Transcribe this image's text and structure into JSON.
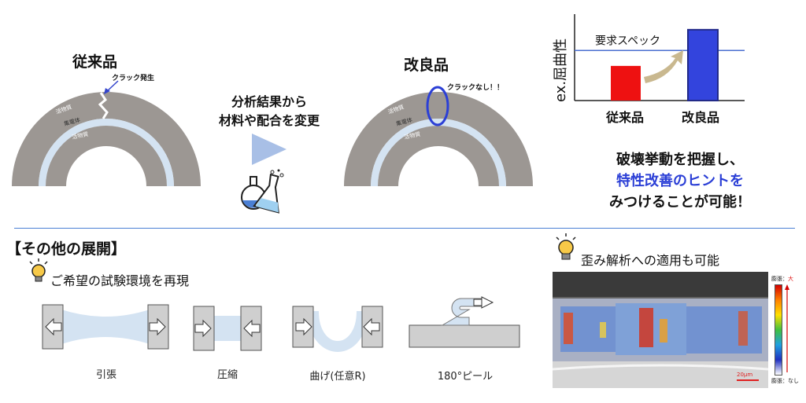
{
  "top": {
    "conventional": {
      "title": "従来品",
      "crack_note": "クラック発生",
      "layer_outer": "活物質",
      "layer_middle": "集電体",
      "layer_inner": "活物質"
    },
    "process": {
      "line1": "分析結果から",
      "line2": "材料や配合を変更"
    },
    "improved": {
      "title": "改良品",
      "crack_note": "クラックなし！！",
      "layer_outer": "活物質",
      "layer_middle": "集電体",
      "layer_inner": "活物質"
    },
    "summary": {
      "line1": "破壊挙動を把握し、",
      "line2": "特性改善のヒントを",
      "line3": "みつけることが可能！"
    }
  },
  "chart_data": {
    "type": "bar",
    "categories": [
      "従来品",
      "改良品"
    ],
    "values": [
      45,
      92
    ],
    "colors": [
      "#ee1111",
      "#3344dd"
    ],
    "ylabel": "ex.屈曲性",
    "threshold": {
      "label": "要求スペック",
      "value": 65
    },
    "ylim": [
      0,
      100
    ]
  },
  "bottom": {
    "section_title": "【その他の展開】",
    "env_note": "ご希望の試験環境を再現",
    "tests": [
      {
        "label": "引張"
      },
      {
        "label": "圧縮"
      },
      {
        "label": "曲げ(任意R)"
      },
      {
        "label": "180°ピール"
      }
    ],
    "strain_note": "歪み解析への適用も可能",
    "colorbar_top": "膨張：",
    "colorbar_top_em": "大",
    "colorbar_bottom": "膨張：なし",
    "scale_bar": "20μm"
  },
  "colors": {
    "gray_layer": "#9c9793",
    "collector": "#d4e3f2",
    "accent_blue": "#2b3fd6",
    "divider": "#4a7fd4",
    "triangle": "#a8bfe6"
  }
}
